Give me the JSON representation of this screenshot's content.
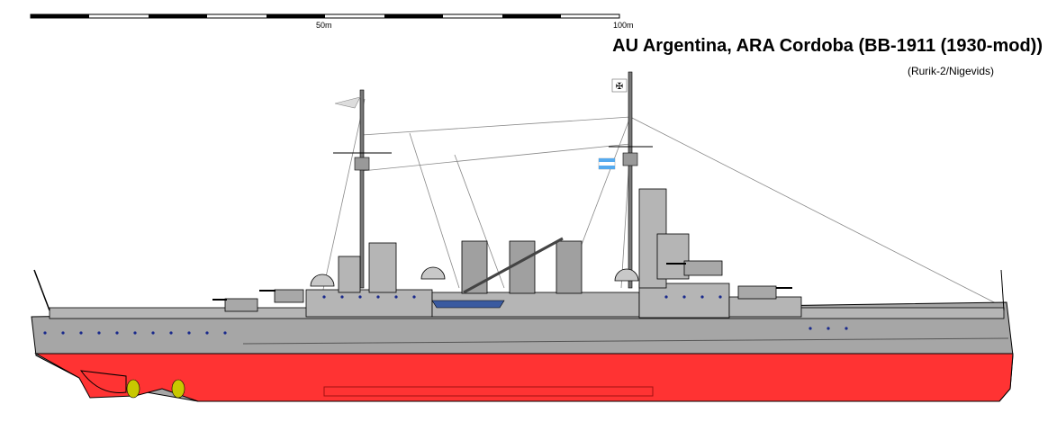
{
  "title": "AU Argentina, ARA Cordoba (BB-1911 (1930-mod))",
  "credit": "(Rurik-2/Nigevids)",
  "scale": {
    "label_50": "50m",
    "label_100": "100m"
  },
  "colors": {
    "hull_upper": "#a6a6a6",
    "hull_red": "#ff3333",
    "superstructure": "#b5b5b5",
    "dark_gray": "#6e6e6e",
    "porthole": "#1a2a8c",
    "propeller": "#c8c800",
    "outline": "#000000",
    "flag_blue": "#55aaee"
  }
}
